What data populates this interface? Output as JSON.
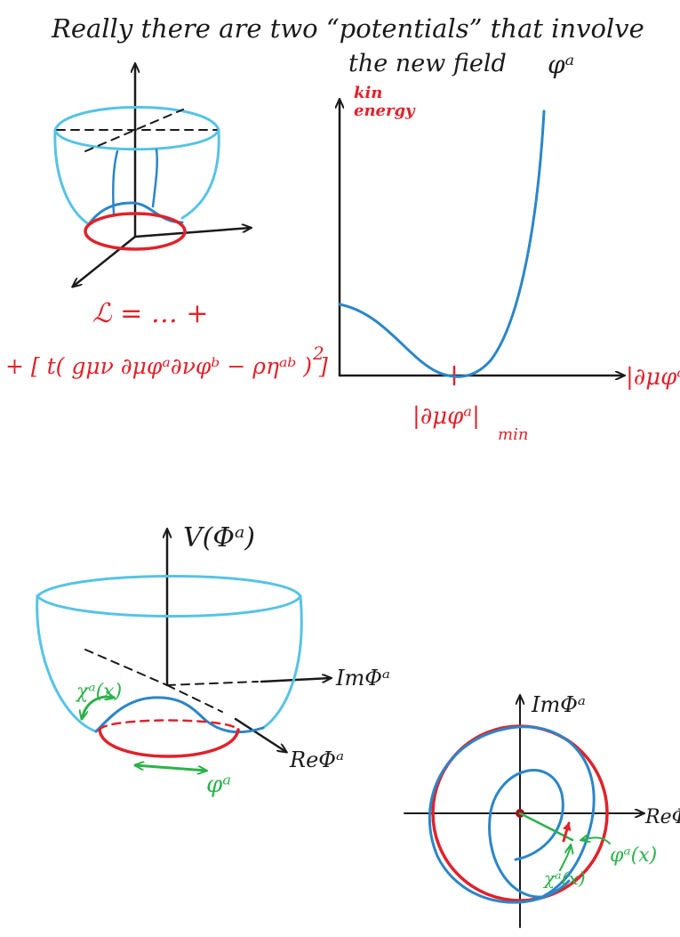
{
  "title_line1": "Really there are two “potentials” that involve",
  "title_line2": "the new field",
  "title_field": "φᵃ",
  "top_plot": {
    "ylabel_line1": "kin",
    "ylabel_line2": "energy",
    "xlabel": "|∂μφᵃ|",
    "min_label": "|∂μφᵃ|",
    "min_sub": "min"
  },
  "lagrangian": {
    "line1": "ℒ = … +",
    "line2": "+ [ t( gμν ∂μφᵃ∂νφᵇ − ρηᵃᵇ ) ]",
    "exponent": "2"
  },
  "potential_bowl": {
    "vlabel": "V(Φᵃ)",
    "im_axis": "ImΦᵃ",
    "re_axis": "ReΦᵃ",
    "chi_label": "χᵃ(x)",
    "phi_label": "φᵃ"
  },
  "circle_plot": {
    "im_axis": "ImΦᵃ",
    "re_axis": "ReΦ",
    "chi_label": "χᵃ(x)",
    "phi_label": "φᵃ(x)"
  },
  "colors": {
    "ink": "#1a1a1a",
    "red": "#e0222b",
    "blue": "#2b86c8",
    "cyan": "#57c3e6",
    "green": "#2bb24a"
  }
}
